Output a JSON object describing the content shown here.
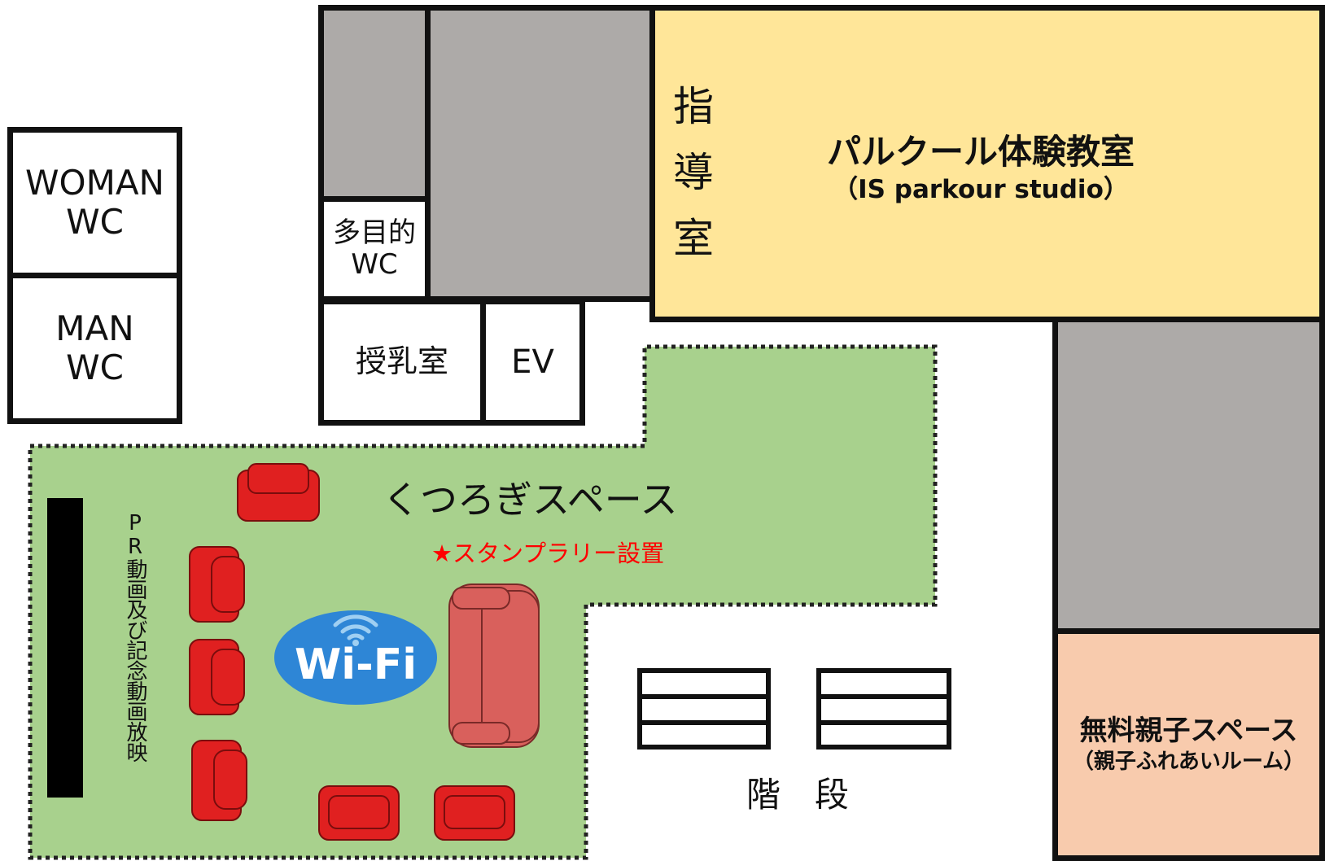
{
  "rooms": {
    "woman_wc": "WOMAN\nWC",
    "man_wc": "MAN\nWC",
    "multipurpose_wc": "多目的\nWC",
    "nursing_room": "授乳室",
    "elevator": "EV",
    "instructor_room": "指\n導\n室",
    "parkour_title": "パルクール体験教室",
    "parkour_sub": "（IS parkour studio）",
    "family_title": "無料親子スペース",
    "family_sub": "（親子ふれあいルーム）",
    "stairs": "階　段"
  },
  "lounge": {
    "title": "くつろぎスペース",
    "stamp_note": "★スタンプラリー設置",
    "screen_label": "PR動画及び記念動画放映",
    "wifi_label": "Wi-Fi"
  },
  "colors": {
    "lounge": "#a8d18d",
    "parkour": "#ffe699",
    "family": "#f8cbad",
    "gray_room": "#adaaa8",
    "chair": "#e02020",
    "sofa": "#d9605c",
    "wifi": "#2e86d6",
    "note": "#ff0000"
  }
}
